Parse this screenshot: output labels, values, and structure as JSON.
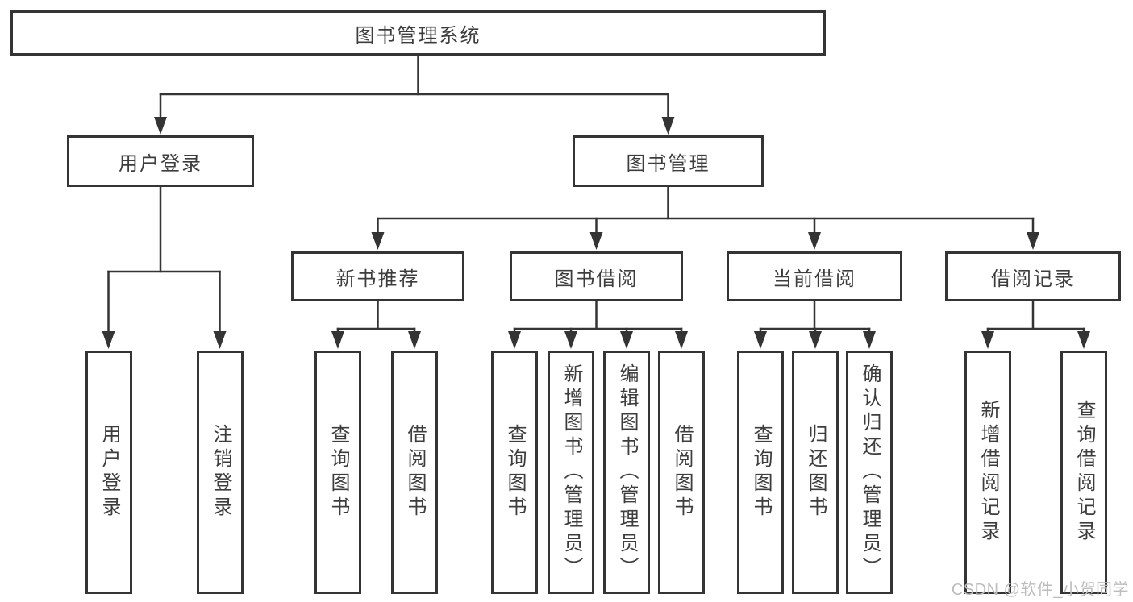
{
  "diagram": {
    "root": {
      "label": "图书管理系统"
    },
    "level1": [
      {
        "label": "用户登录"
      },
      {
        "label": "图书管理"
      }
    ],
    "level2": [
      {
        "label": "新书推荐"
      },
      {
        "label": "图书借阅"
      },
      {
        "label": "当前借阅"
      },
      {
        "label": "借阅记录"
      }
    ],
    "leaves": {
      "user_login": [
        "用户登录",
        "注销登录"
      ],
      "new_book_recommend": [
        "查询图书",
        "借阅图书"
      ],
      "book_borrow": [
        "查询图书",
        "新增图书（管理员）",
        "编辑图书（管理员）",
        "借阅图书"
      ],
      "current_borrow": [
        "查询图书",
        "归还图书",
        "确认归还（管理员）"
      ],
      "borrow_records": [
        "新增借阅记录",
        "查询借阅记录"
      ]
    },
    "colors": {
      "line": "#343434",
      "text": "#3d3d3d",
      "box_bg": "#ffffff",
      "watermark": "#bdbdbd",
      "background": "#ffffff"
    },
    "watermark": "CSDN @软件_小贺同学"
  }
}
